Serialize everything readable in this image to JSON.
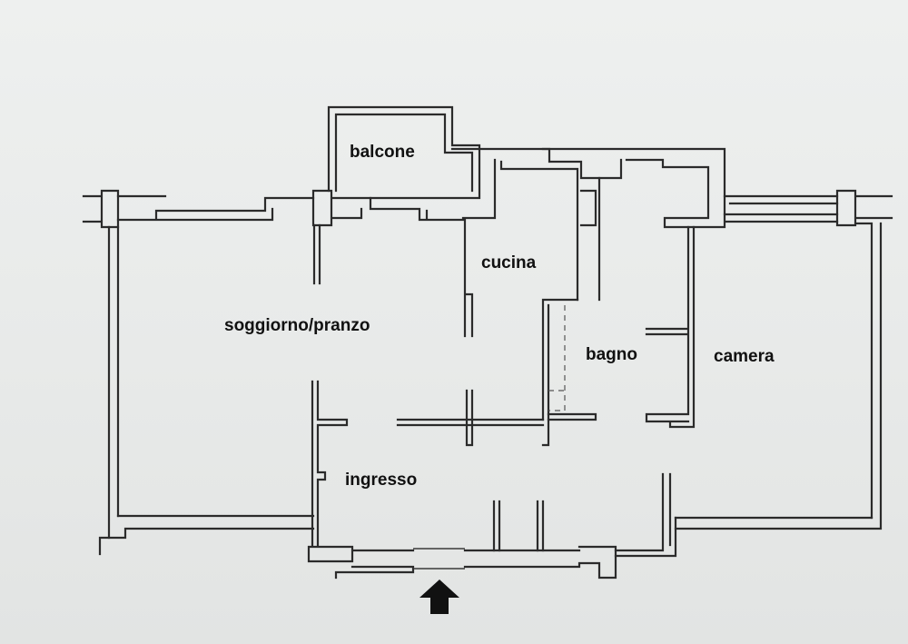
{
  "plan": {
    "rooms": {
      "balcone": "balcone",
      "cucina": "cucina",
      "soggiorno": "soggiorno/pranzo",
      "bagno": "bagno",
      "camera": "camera",
      "ingresso": "ingresso"
    },
    "colors": {
      "paper": "#e9ebea",
      "ink": "#2b2b2b",
      "label": "#111111"
    },
    "icons": {
      "entry": "arrow-up-icon"
    }
  }
}
